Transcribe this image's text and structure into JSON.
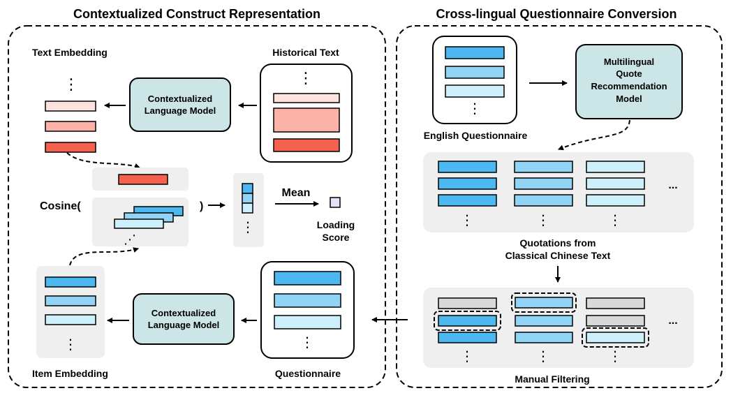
{
  "colors": {
    "blue_dark": "#4db8f0",
    "blue_mid": "#92d4f6",
    "blue_light": "#cdf0fb",
    "red_dark": "#f4624f",
    "red_mid": "#fbb3a9",
    "red_light": "#fde3de",
    "teal": "#cce5e6",
    "gray_panel": "#efefef",
    "gray_bar": "#d9d9d9",
    "score_purple": "#e8e0f4"
  },
  "left_panel": {
    "title": "Contextualized Construct Representation",
    "text_embedding_label": "Text Embedding",
    "historical_text_label": "Historical Text",
    "clm_top": [
      "Contextualized",
      "Language Model"
    ],
    "clm_bottom": [
      "Contextualized",
      "Language Model"
    ],
    "cosine_label": "Cosine(",
    "cosine_close": ")",
    "mean_label": "Mean",
    "loading_score": [
      "Loading",
      "Score"
    ],
    "item_embedding_label": "Item Embedding",
    "questionnaire_label": "Questionnaire"
  },
  "right_panel": {
    "title": "Cross-lingual Questionnaire Conversion",
    "english_questionnaire_label": "English Questionnaire",
    "mqr_model": [
      "Multilingual",
      "Quote",
      "Recommendation",
      "Model"
    ],
    "quotations_label": [
      "Quotations from",
      "Classical Chinese Text"
    ],
    "manual_filtering_label": "Manual Filtering"
  },
  "icons": {
    "vertical_ellipsis": "⋮",
    "horizontal_ellipsis": "...",
    "diagonal_ellipsis": "⋰"
  }
}
